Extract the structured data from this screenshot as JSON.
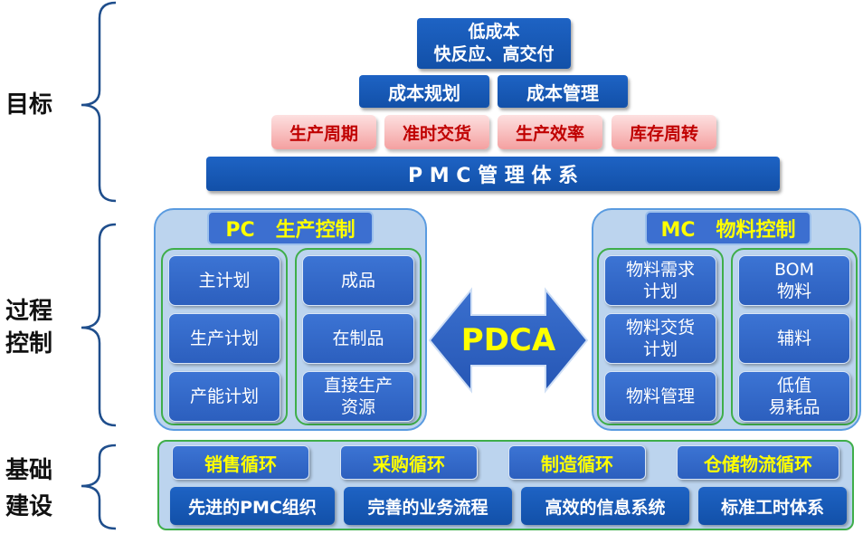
{
  "sections": {
    "goal": "目标",
    "process_line1": "过程",
    "process_line2": "控制",
    "base_line1": "基础",
    "base_line2": "建设"
  },
  "pyramid": {
    "top": "低成本\n快反应、高交付",
    "row2": [
      "成本规划",
      "成本管理"
    ],
    "row3": [
      "生产周期",
      "准时交货",
      "生产效率",
      "库存周转"
    ],
    "bar": "P M C 管 理 体 系"
  },
  "pc": {
    "title": "PC   生产控制",
    "left": [
      "主计划",
      "生产计划",
      "产能计划"
    ],
    "right": [
      "成品",
      "在制品",
      "直接生产\n资源"
    ]
  },
  "center": {
    "label": "PDCA"
  },
  "mc": {
    "title": "MC   物料控制",
    "left": [
      "物料需求\n计划",
      "物料交货\n计划",
      "物料管理"
    ],
    "right": [
      "BOM\n物料",
      "辅料",
      "低值\n易耗品"
    ]
  },
  "base": {
    "loops": [
      "销售循环",
      "采购循环",
      "制造循环",
      "仓储物流循环"
    ],
    "items": [
      "先进的PMC组织",
      "完善的业务流程",
      "高效的信息系统",
      "标准工时体系"
    ]
  },
  "colors": {
    "dark_blue": "#1250a8",
    "panel_fill": "#bcd4ee",
    "green_border": "#3fae4a",
    "yellow_text": "#ffff00",
    "pink_text": "#c00000"
  }
}
